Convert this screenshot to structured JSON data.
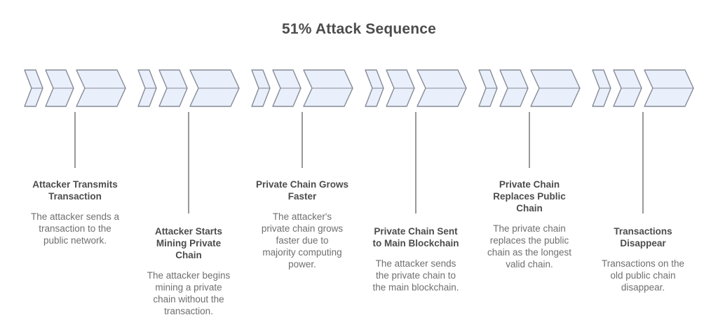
{
  "title": "51% Attack Sequence",
  "colors": {
    "background": "#ffffff",
    "title_text": "#4c4c4c",
    "step_title_text": "#4c4c4c",
    "step_body_text": "#6f6f6f",
    "chevron_fill": "#e9effb",
    "chevron_stroke": "#868b96",
    "connector_line": "#999999"
  },
  "steps": [
    {
      "title": "Attacker Transmits\nTransaction",
      "description": "The attacker sends a\ntransaction to the\npublic network."
    },
    {
      "title": "Attacker Starts\nMining Private\nChain",
      "description": "The attacker begins\nmining a private\nchain without the\ntransaction."
    },
    {
      "title": "Private Chain Grows\nFaster",
      "description": "The attacker's\nprivate chain grows\nfaster due to\nmajority computing\npower."
    },
    {
      "title": "Private Chain Sent\nto Main Blockchain",
      "description": "The attacker sends\nthe private chain to\nthe main blockchain."
    },
    {
      "title": "Private Chain\nReplaces Public\nChain",
      "description": "The private chain\nreplaces the public\nchain as the longest\nvalid chain."
    },
    {
      "title": "Transactions\nDisappear",
      "description": "Transactions on the\nold public chain\ndisappear."
    }
  ]
}
